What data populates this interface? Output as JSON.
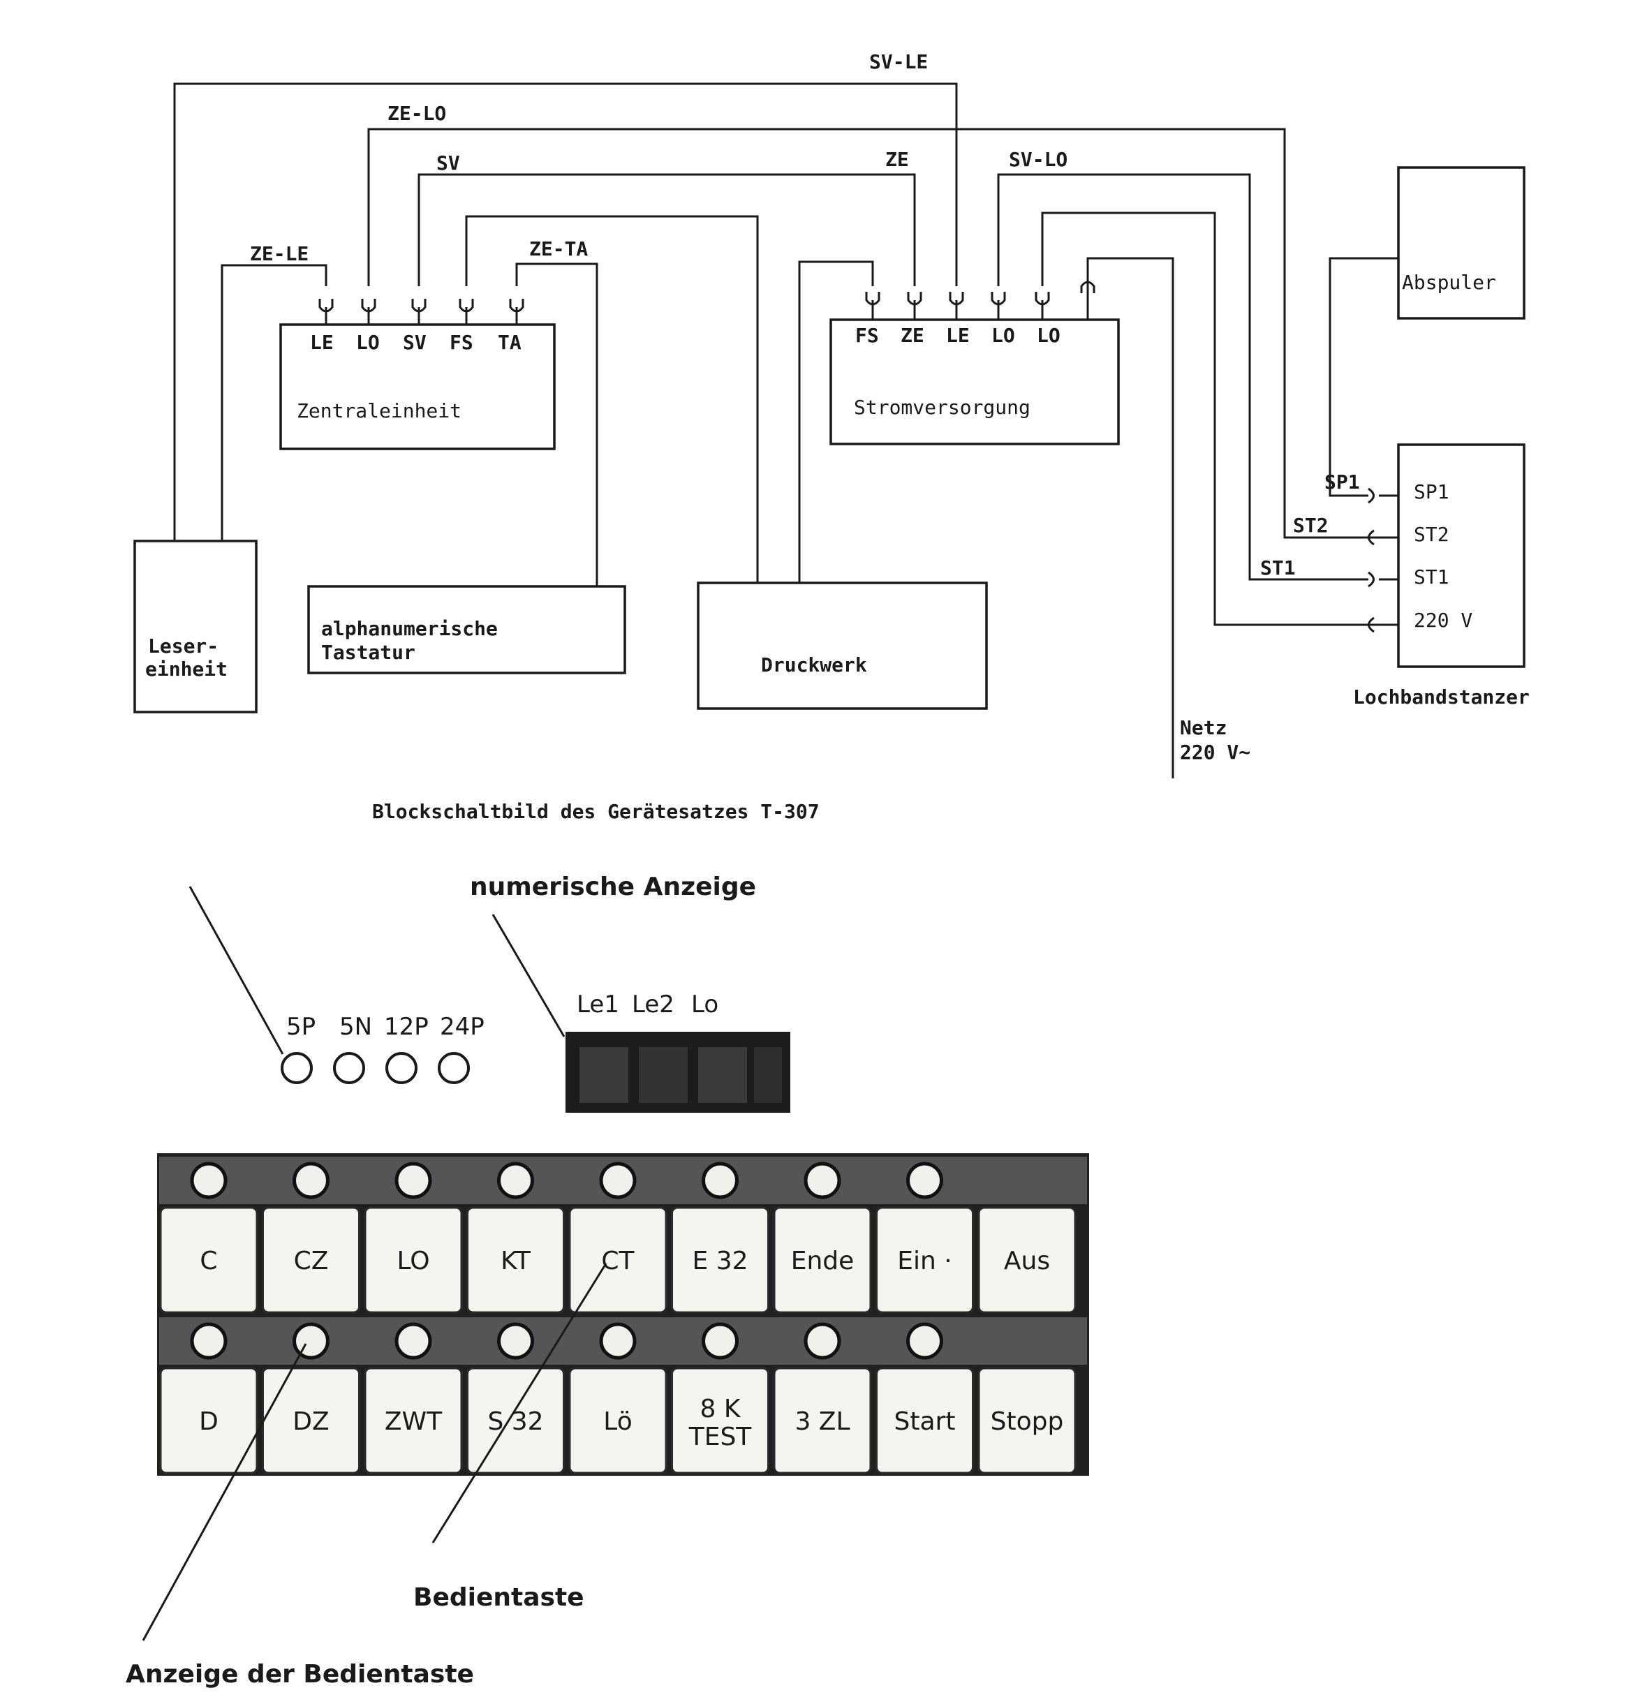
{
  "diagram": {
    "caption": "Blockschaltbild des Gerätesatzes T-307",
    "units": {
      "zentraleinheit": {
        "title": "Zentraleinheit",
        "ports": [
          "LE",
          "LO",
          "SV",
          "FS",
          "TA"
        ]
      },
      "stromversorgung": {
        "title": "Stromversorgung",
        "ports": [
          "FS",
          "ZE",
          "LE",
          "LO",
          "LO"
        ]
      },
      "abspuler": {
        "title": "Abspuler"
      },
      "lochbandstanzer": {
        "title": "Lochbandstanzer",
        "ports": [
          "SP1",
          "ST2",
          "ST1",
          "220 V"
        ]
      },
      "lesereinheit": {
        "title_line1": "Leser-",
        "title_line2": "einheit"
      },
      "tastatur": {
        "title_line1": "alphanumerische",
        "title_line2": "Tastatur"
      },
      "druckwerk": {
        "title": "Druckwerk"
      }
    },
    "cables": {
      "sv_le": "SV-LE",
      "ze_lo": "ZE-LO",
      "sv": "SV",
      "ze": "ZE",
      "sv_lo": "SV-LO",
      "ze_le": "ZE-LE",
      "ze_ta": "ZE-TA",
      "sp1": "SP1",
      "st2": "ST2",
      "st1": "ST1"
    },
    "mains": {
      "line1": "Netz",
      "line2": "220 V~"
    }
  },
  "panel": {
    "numeric_display_label": "numerische Anzeige",
    "display_columns": [
      "Le1",
      "Le2",
      "Lo"
    ],
    "power_leds": [
      "5P",
      "5N",
      "12P",
      "24P"
    ],
    "keys_row1": [
      "C",
      "CZ",
      "LO",
      "KT",
      "CT",
      "E 32",
      "Ende",
      "Ein ·",
      "Aus"
    ],
    "keys_row2": [
      "D",
      "DZ",
      "ZWT",
      "S 32",
      "Lö",
      "8 K",
      "3 ZL",
      "Start",
      "Stopp"
    ],
    "key_row2_sub": "TEST",
    "callout_key": "Bedientaste",
    "callout_indicator": "Anzeige der Bedientaste"
  }
}
